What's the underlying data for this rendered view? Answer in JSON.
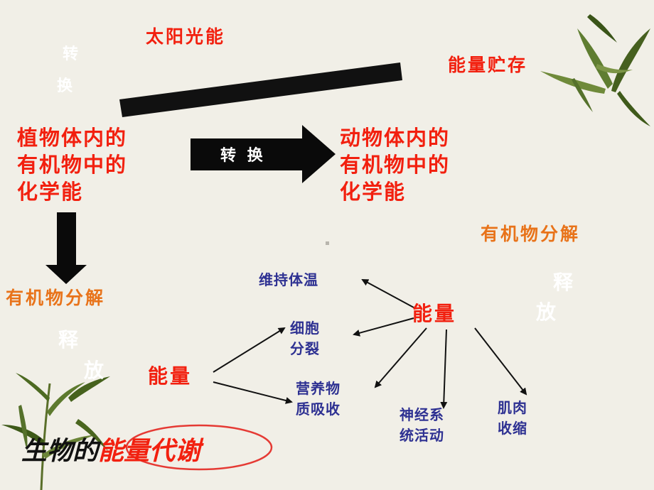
{
  "source_label": "太阳光能",
  "store_label": "能量贮存",
  "convert_vertical": [
    "转",
    "换"
  ],
  "plant": [
    "植物体内的",
    "有机物中的",
    "化学能"
  ],
  "animal": [
    "动物体内的",
    "有机物中的",
    "化学能"
  ],
  "convert_arrow_label": "转 换",
  "decompose_left": "有机物分解",
  "decompose_right": "有机物分解",
  "release_left": [
    "释",
    "放"
  ],
  "release_right": [
    "释",
    "放"
  ],
  "energy_left": "能量",
  "energy_right": "能量",
  "uses_left": {
    "division": [
      "细胞",
      "分裂"
    ],
    "absorption": [
      "营养物",
      "质吸收"
    ]
  },
  "uses_right": {
    "temperature": "维持体温",
    "nerve": [
      "神经系",
      "统活动"
    ],
    "muscle": [
      "肌肉",
      "收缩"
    ]
  },
  "title": {
    "prefix": "生物的",
    "highlight": "能量代谢"
  },
  "colors": {
    "red": "#f2200f",
    "orange": "#e8731a",
    "navy": "#2e3192",
    "background": "#f1efe7"
  }
}
